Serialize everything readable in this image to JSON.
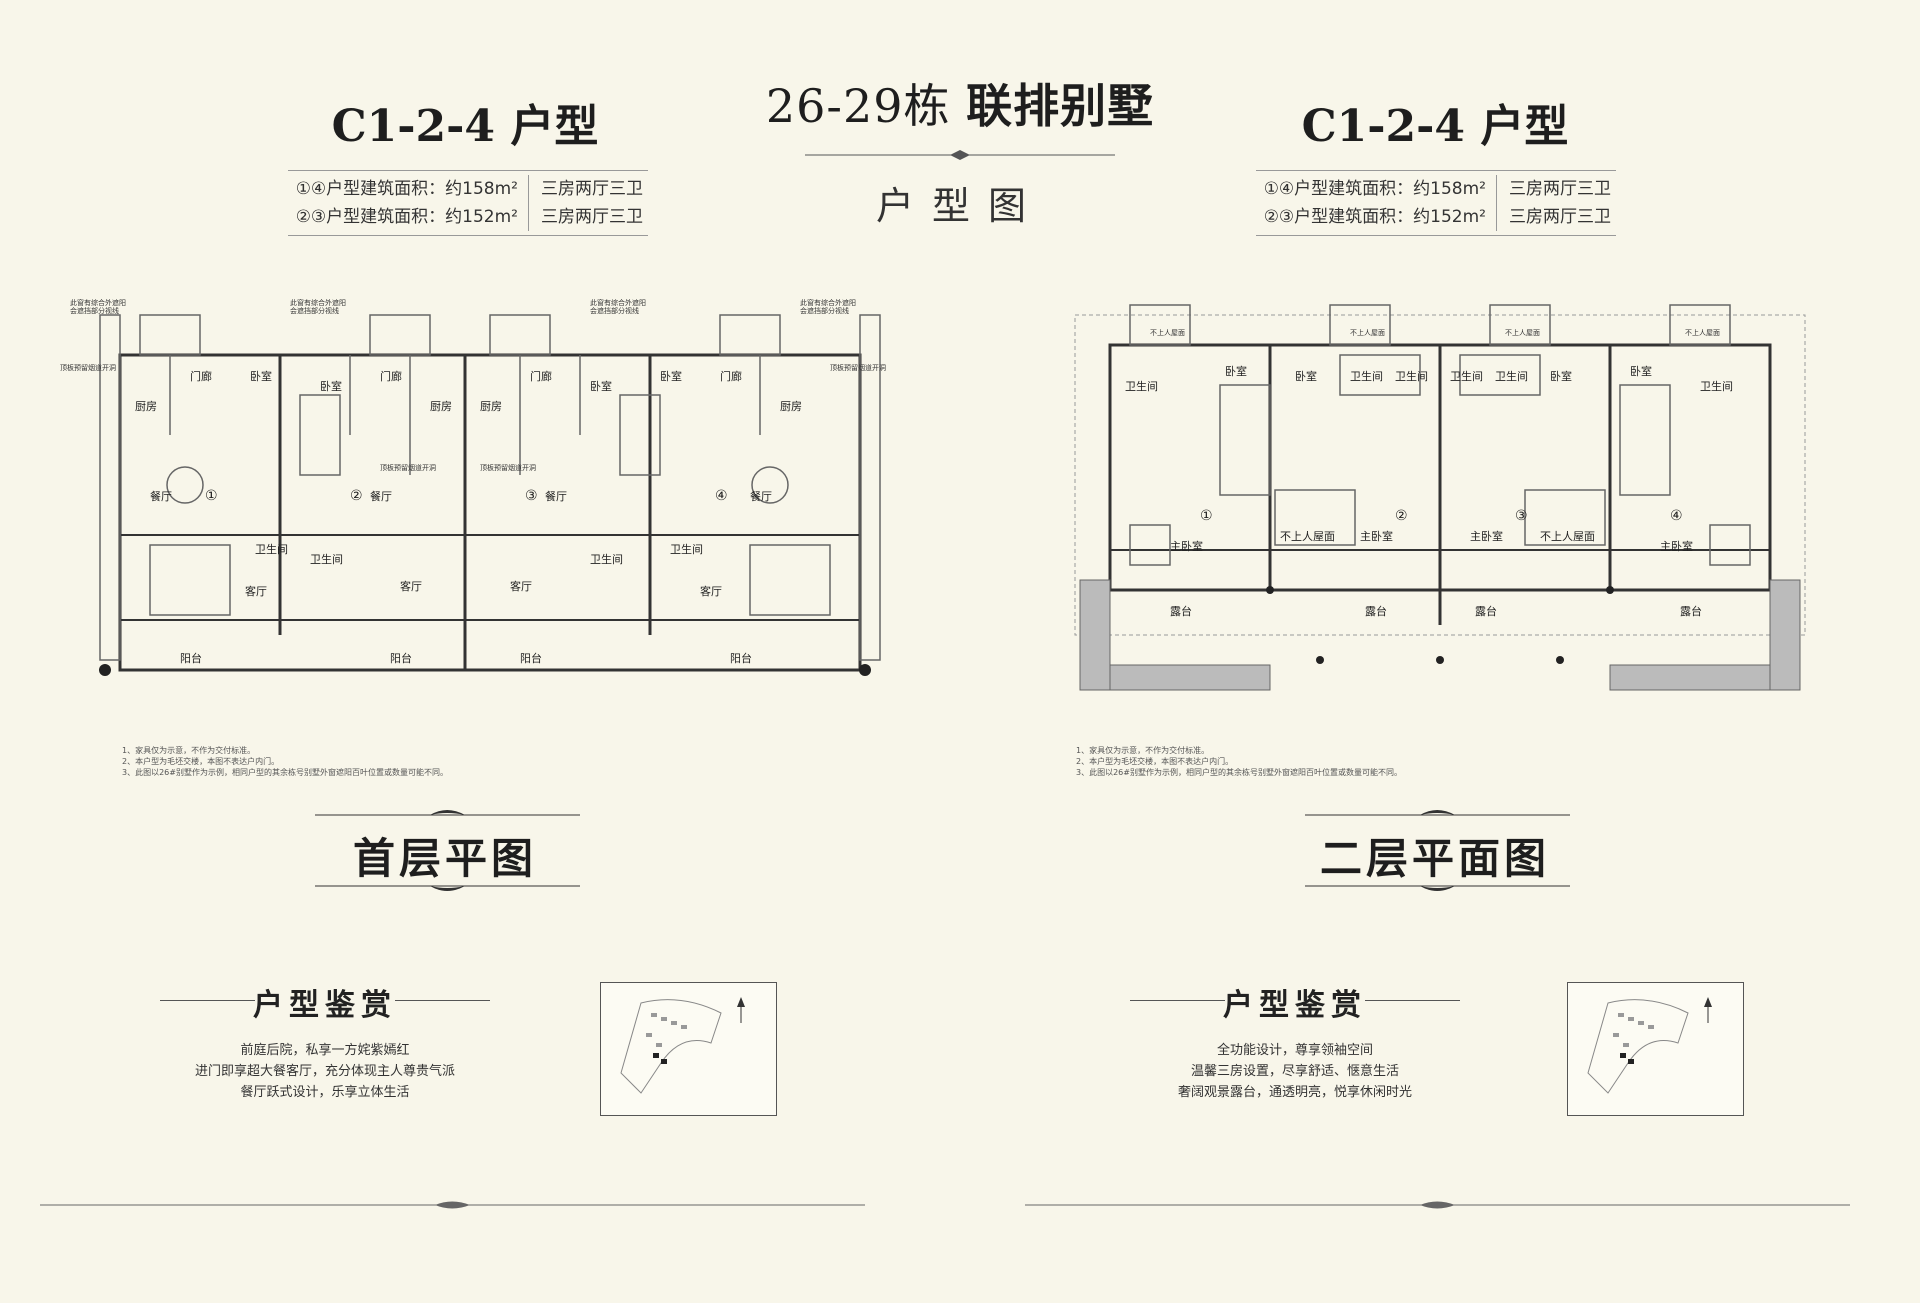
{
  "header": {
    "title_num": "26-29栋",
    "title_bold": "联排别墅",
    "subtitle": "户型图"
  },
  "left": {
    "unit_title": "C1-2-4 户型",
    "areas": [
      {
        "label": "①④户型建筑面积：约158m²",
        "desc": "三房两厅三卫"
      },
      {
        "label": "②③户型建筑面积：约152m²",
        "desc": "三房两厅三卫"
      }
    ],
    "floor_title": "首层平图",
    "notes": [
      "1、家具仅为示意，不作为交付标准。",
      "2、本户型为毛坯交楼，本图不表达户内门。",
      "3、此图以26#别墅作为示例，相同户型的其余栋号别墅外窗遮阳百叶位置或数量可能不同。"
    ],
    "appreciation_title": "户型鉴赏",
    "appreciation_lines": [
      "前庭后院，私享一方姹紫嫣红",
      "进门即享超大餐客厅，充分体现主人尊贵气派",
      "餐厅跃式设计，乐享立体生活"
    ],
    "plan_labels": {
      "shade_note_1": "此窗有综合外遮阳",
      "shade_note_2": "会遮挡部分视线",
      "flue": "顶板预留烟道开洞",
      "kitchen": "厨房",
      "corridor": "门廊",
      "bedroom": "卧室",
      "dining": "餐厅",
      "living": "客厅",
      "bath": "卫生间",
      "balcony": "阳台",
      "units": [
        "①",
        "②",
        "③",
        "④"
      ]
    }
  },
  "right": {
    "unit_title": "C1-2-4 户型",
    "areas": [
      {
        "label": "①④户型建筑面积：约158m²",
        "desc": "三房两厅三卫"
      },
      {
        "label": "②③户型建筑面积：约152m²",
        "desc": "三房两厅三卫"
      }
    ],
    "floor_title": "二层平面图",
    "notes": [
      "1、家具仅为示意，不作为交付标准。",
      "2、本户型为毛坯交楼，本图不表达户内门。",
      "3、此图以26#别墅作为示例，相同户型的其余栋号别墅外窗遮阳百叶位置或数量可能不同。"
    ],
    "appreciation_title": "户型鉴赏",
    "appreciation_lines": [
      "全功能设计，尊享领袖空间",
      "温馨三房设置，尽享舒适、惬意生活",
      "奢阔观景露台，通透明亮，悦享休闲时光"
    ],
    "plan_labels": {
      "no_access_roof": "不上人屋面",
      "bedroom": "卧室",
      "master": "主卧室",
      "bath": "卫生间",
      "bath_v": "卫生间",
      "terrace": "露台",
      "units": [
        "①",
        "②",
        "③",
        "④"
      ]
    }
  }
}
